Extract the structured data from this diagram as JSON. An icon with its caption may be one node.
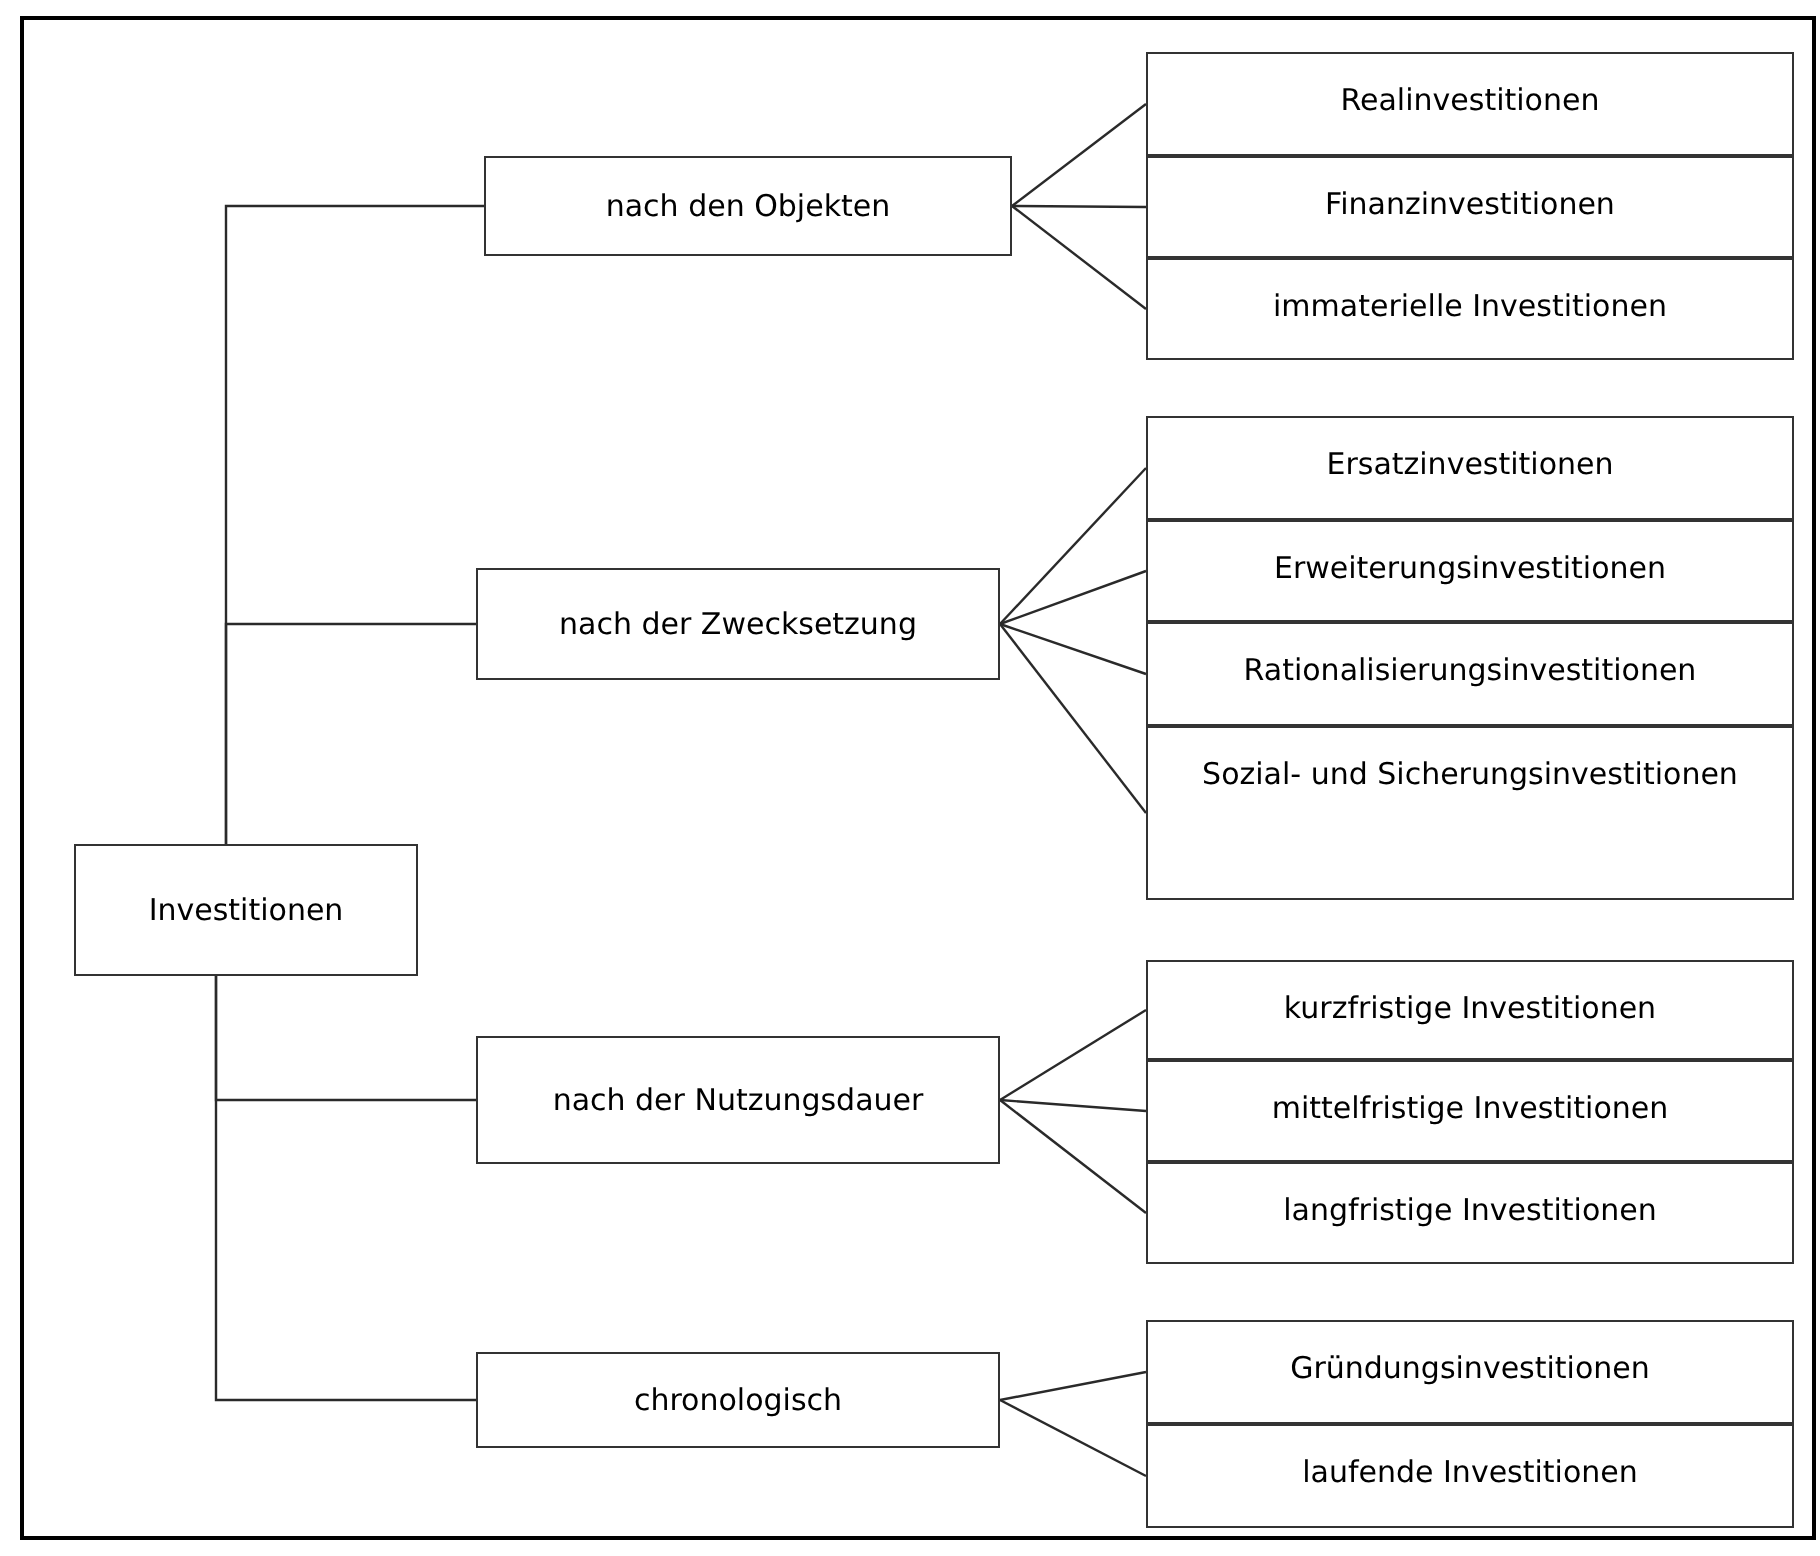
{
  "diagram": {
    "nodes": [
      {
        "text": [
          "Investitionen"
        ]
      },
      {
        "text": [
          "nach den Objekten"
        ]
      },
      {
        "text": [
          "nach der Zwecksetzung"
        ]
      },
      {
        "text": [
          "nach der Nutzungsdauer"
        ]
      },
      {
        "text": [
          "chronologisch"
        ]
      },
      {
        "text": [
          "Realinvestitionen"
        ]
      },
      {
        "text": [
          "Finanzinvestitionen"
        ]
      },
      {
        "text": [
          "immaterielle Investitionen"
        ]
      },
      {
        "text": [
          "Ersatzinvestitionen"
        ]
      },
      {
        "text": [
          "Erweiterungsinvestitionen"
        ]
      },
      {
        "text": [
          "Rationalisierungsinvestitionen"
        ]
      },
      {
        "text": [
          "Sozial- und Sicherungsinvestitionen"
        ]
      },
      {
        "text": [
          "kurzfristige Investitionen"
        ]
      },
      {
        "text": [
          "mittelfristige Investitionen"
        ]
      },
      {
        "text": [
          "langfristige Investitionen"
        ]
      },
      {
        "text": [
          "Gründungsinvestitionen"
        ]
      },
      {
        "text": [
          "laufende Investitionen"
        ]
      }
    ],
    "edges": [
      {
        "from": 0,
        "to": 1,
        "arrow": "none"
      },
      {
        "from": 0,
        "to": 2,
        "arrow": "none"
      },
      {
        "from": 0,
        "to": 3,
        "arrow": "none"
      },
      {
        "from": 0,
        "to": 4,
        "arrow": "none"
      },
      {
        "from": 1,
        "to": 5,
        "arrow": "none"
      },
      {
        "from": 1,
        "to": 6,
        "arrow": "none"
      },
      {
        "from": 1,
        "to": 7,
        "arrow": "none"
      },
      {
        "from": 2,
        "to": 8,
        "arrow": "none"
      },
      {
        "from": 2,
        "to": 9,
        "arrow": "none"
      },
      {
        "from": 2,
        "to": 10,
        "arrow": "none"
      },
      {
        "from": 2,
        "to": 11,
        "arrow": "none"
      },
      {
        "from": 3,
        "to": 12,
        "arrow": "none"
      },
      {
        "from": 3,
        "to": 13,
        "arrow": "none"
      },
      {
        "from": 3,
        "to": 14,
        "arrow": "none"
      },
      {
        "from": 4,
        "to": 15,
        "arrow": "none"
      },
      {
        "from": 4,
        "to": 16,
        "arrow": "none"
      }
    ]
  }
}
